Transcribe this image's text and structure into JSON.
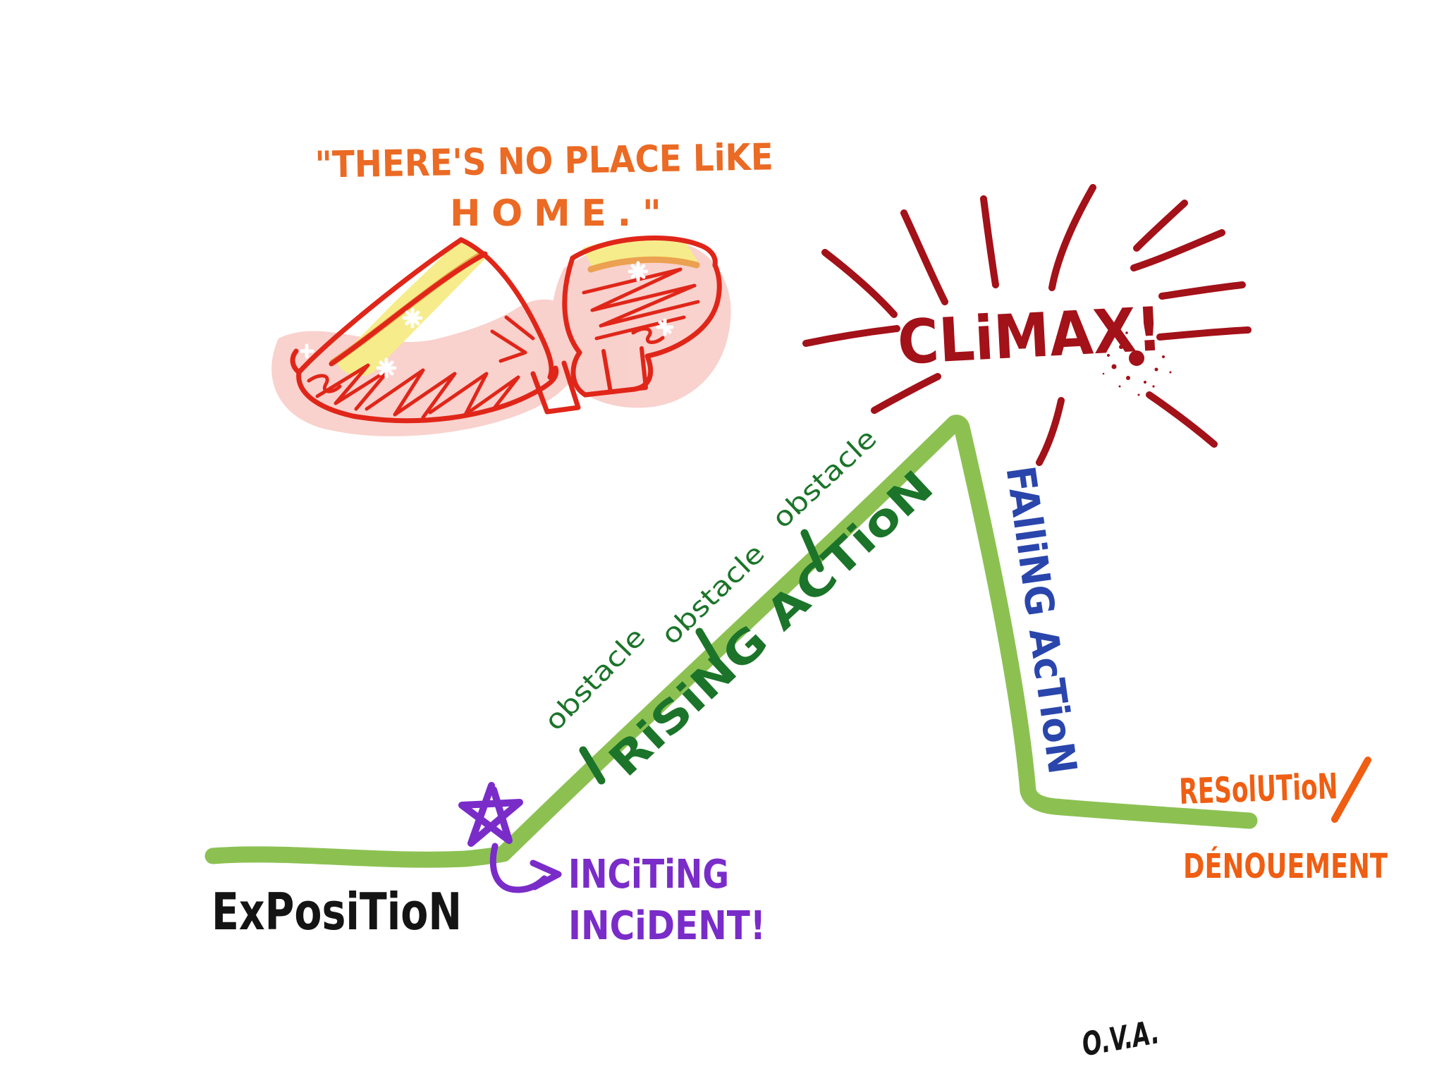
{
  "drawing": {
    "quote": {
      "line1": "\"THERE'S NO PLACE LiKE",
      "line2": "HOME.\""
    },
    "climax": "CLiMAX!",
    "obstacles": [
      "obstacle",
      "obstacle",
      "obstacle"
    ],
    "rising_action": "RiSiNG ACTioN",
    "falling_action": "FAlliNG AcTioN",
    "inciting_incident": {
      "line1": "INCiTiNG",
      "line2": "INCiDENT!"
    },
    "exposition": "ExPosiTioN",
    "resolution": {
      "line1": "RESolUTioN",
      "line2": "DÉNOUEMENT"
    },
    "signature": "O.V.A."
  },
  "colors": {
    "quote_orange": "#EB6A24",
    "resolution_orange": "#EF5E12",
    "dark_red": "#A31119",
    "slipper_red": "#E02619",
    "slipper_pink": "#F4ABA4",
    "slipper_yellow": "#F6EC8C",
    "insole_edge": "#E9993B",
    "sparkle_white": "#FFFFFF",
    "line_green": "#8CC152",
    "text_green": "#1B7429",
    "blue": "#2A46AC",
    "purple": "#7A2CC9",
    "black": "#141414"
  }
}
